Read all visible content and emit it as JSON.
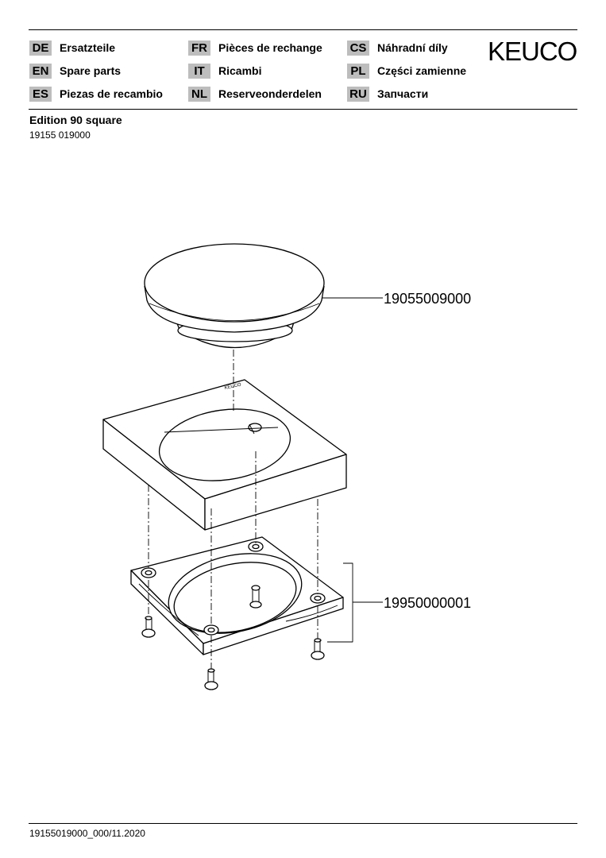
{
  "header": {
    "logo": "KEUCO",
    "languages": [
      {
        "code": "DE",
        "label": "Ersatzteile"
      },
      {
        "code": "EN",
        "label": "Spare parts"
      },
      {
        "code": "ES",
        "label": "Piezas de recambio"
      },
      {
        "code": "FR",
        "label": "Pièces de rechange"
      },
      {
        "code": "IT",
        "label": "Ricambi"
      },
      {
        "code": "NL",
        "label": "Reserveonderdelen"
      },
      {
        "code": "CS",
        "label": "Náhradní díly"
      },
      {
        "code": "PL",
        "label": "Części zamienne"
      },
      {
        "code": "RU",
        "label": "Запчасти"
      }
    ]
  },
  "product": {
    "title": "Edition 90 square",
    "article_number": "19155 019000"
  },
  "parts": [
    {
      "number": "19055009000"
    },
    {
      "number": "19950000001"
    }
  ],
  "footer": {
    "document_id": "19155019000_000/11.2020"
  }
}
